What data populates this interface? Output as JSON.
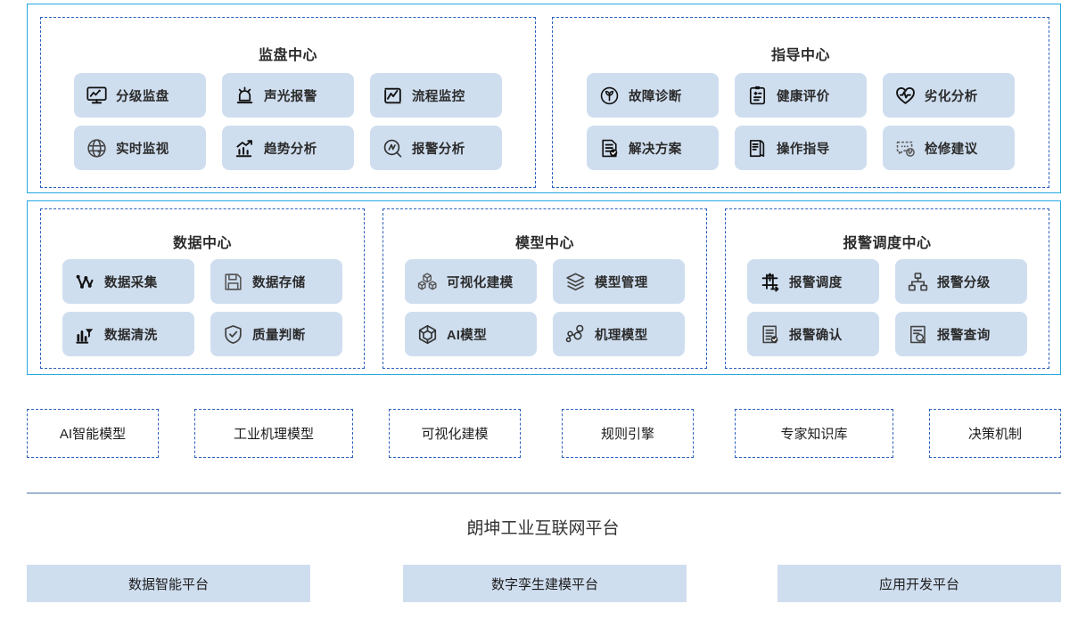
{
  "colors": {
    "outer_border": "#26a9e0",
    "panel_border": "#2b5fbb",
    "pill_bg": "#cfdeef",
    "divider": "#4a6fa5",
    "text": "#2b2b2b"
  },
  "row1": {
    "panels": [
      {
        "title": "监盘中心",
        "items": [
          {
            "label": "分级监盘",
            "icon": "monitor-chart-icon"
          },
          {
            "label": "声光报警",
            "icon": "alarm-light-icon"
          },
          {
            "label": "流程监控",
            "icon": "process-chart-icon"
          },
          {
            "label": "实时监视",
            "icon": "globe-icon"
          },
          {
            "label": "趋势分析",
            "icon": "trend-bar-icon"
          },
          {
            "label": "报警分析",
            "icon": "search-wave-icon"
          }
        ]
      },
      {
        "title": "指导中心",
        "items": [
          {
            "label": "故障诊断",
            "icon": "sprout-circle-icon"
          },
          {
            "label": "健康评价",
            "icon": "clipboard-health-icon"
          },
          {
            "label": "劣化分析",
            "icon": "heart-pulse-icon"
          },
          {
            "label": "解决方案",
            "icon": "document-check-icon"
          },
          {
            "label": "操作指导",
            "icon": "book-guide-icon"
          },
          {
            "label": "检修建议",
            "icon": "chat-check-icon"
          }
        ]
      }
    ]
  },
  "row2": {
    "panels": [
      {
        "title": "数据中心",
        "items": [
          {
            "label": "数据采集",
            "icon": "data-points-icon"
          },
          {
            "label": "数据存储",
            "icon": "floppy-disk-icon"
          },
          {
            "label": "数据清洗",
            "icon": "bar-filter-icon"
          },
          {
            "label": "质量判断",
            "icon": "shield-check-icon"
          }
        ]
      },
      {
        "title": "模型中心",
        "items": [
          {
            "label": "可视化建模",
            "icon": "cubes-icon"
          },
          {
            "label": "模型管理",
            "icon": "layers-icon"
          },
          {
            "label": "AI模型",
            "icon": "cube-3d-icon"
          },
          {
            "label": "机理模型",
            "icon": "node-graph-icon"
          }
        ]
      },
      {
        "title": "报警调度中心",
        "items": [
          {
            "label": "报警调度",
            "icon": "dispatch-arrows-icon"
          },
          {
            "label": "报警分级",
            "icon": "hierarchy-icon"
          },
          {
            "label": "报警确认",
            "icon": "list-check-icon"
          },
          {
            "label": "报警查询",
            "icon": "document-search-icon"
          }
        ]
      }
    ]
  },
  "chips": [
    {
      "label": "AI智能模型"
    },
    {
      "label": "工业机理模型"
    },
    {
      "label": "可视化建模"
    },
    {
      "label": "规则引擎"
    },
    {
      "label": "专家知识库"
    },
    {
      "label": "决策机制"
    }
  ],
  "platform": {
    "title": "朗坤工业互联网平台",
    "bars": [
      {
        "label": "数据智能平台"
      },
      {
        "label": "数字孪生建模平台"
      },
      {
        "label": "应用开发平台"
      }
    ]
  }
}
